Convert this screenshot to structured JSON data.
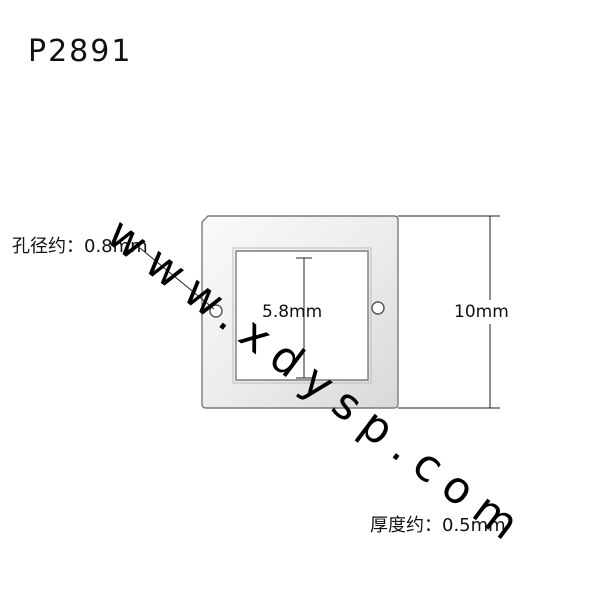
{
  "product_code": "P2891",
  "hole_diameter_label": "孔径约：0.8mm",
  "inner_size_label": "5.8mm",
  "outer_size_label": "10mm",
  "thickness_label": "厚度约：0.5mm",
  "watermark_text": "www.xdysp.com",
  "colors": {
    "metal_fill": "#f2f2f2",
    "metal_edge": "#7a7a7a",
    "dimension_line": "#222222",
    "text": "#111111"
  }
}
